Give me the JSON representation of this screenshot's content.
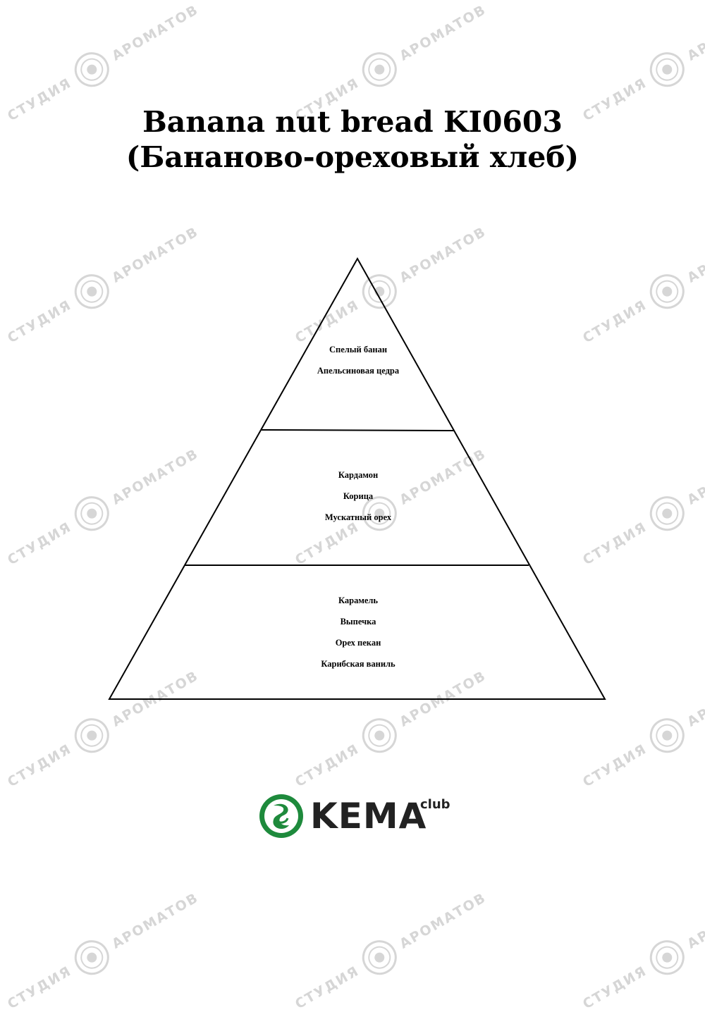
{
  "title": {
    "line1": "Banana nut bread KI0603",
    "line2": "(Бананово-ореховый хлеб)"
  },
  "pyramid": {
    "top_notes": [
      "Спелый банан",
      "Апельсиновая цедра"
    ],
    "middle_notes": [
      "Кардамон",
      "Корица",
      "Мускатный орех"
    ],
    "base_notes": [
      "Карамель",
      "Выпечка",
      "Орех пекан",
      "Карибская ваниль"
    ]
  },
  "logo": {
    "brand": "KEMA",
    "suffix": "club",
    "icon": "kema-swirl-logo-icon",
    "accent_color": "#1e8a3c"
  },
  "watermark": {
    "text_left": "СТУДИЯ",
    "text_right": "АРОМАТОВ",
    "icon": "studio-seal-icon",
    "color": "#d6d6d6"
  }
}
